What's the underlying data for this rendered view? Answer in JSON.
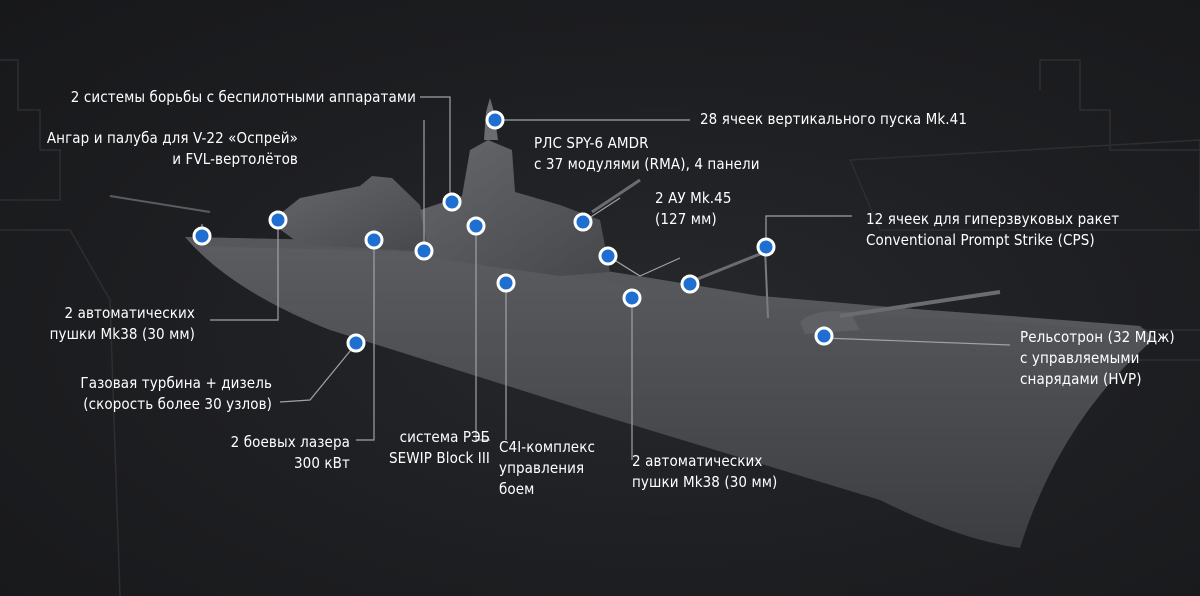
{
  "callouts": [
    {
      "id": "drones",
      "lines": [
        "2 системы борьбы с беспилотными аппаратами"
      ]
    },
    {
      "id": "hangar",
      "lines": [
        "Ангар и палуба для V-22 «Оспрей»",
        "и FVL-вертолётов"
      ]
    },
    {
      "id": "vls",
      "lines": [
        "28 ячеек вертикального пуска Mk.41"
      ]
    },
    {
      "id": "radar",
      "lines": [
        "РЛС SPY-6 AMDR",
        "с 37 модулями (RMA), 4 панели"
      ]
    },
    {
      "id": "mk45",
      "lines": [
        "2 АУ Mk.45",
        "(127 мм)"
      ]
    },
    {
      "id": "cps",
      "lines": [
        "12 ячеек для гиперзвуковых ракет",
        "Conventional Prompt Strike (CPS)"
      ]
    },
    {
      "id": "mk38_left",
      "lines": [
        "2 автоматических",
        "пушки Mk38 (30 мм)"
      ]
    },
    {
      "id": "turbine",
      "lines": [
        "Газовая турбина + дизель",
        "(скорость более 30 узлов)"
      ]
    },
    {
      "id": "railgun",
      "lines": [
        "Рельсотрон (32 МДж)",
        "с управляемыми",
        "снарядами (HVP)"
      ]
    },
    {
      "id": "lasers",
      "lines": [
        "2 боевых лазера",
        "300 кВт"
      ]
    },
    {
      "id": "ew",
      "lines": [
        "система РЭБ",
        "SEWIP Block III"
      ]
    },
    {
      "id": "c4i",
      "lines": [
        "C4I-комплекс",
        "управления",
        "боем"
      ]
    },
    {
      "id": "mk38_right",
      "lines": [
        "2 автоматических",
        "пушки Mk38 (30 мм)"
      ]
    }
  ],
  "colors": {
    "background": "#1c1d20",
    "hull": "#4a4c50",
    "superstructure": "#5a5c60",
    "marker": "#1f6fd1",
    "marker_ring": "#ffffff",
    "leader": "#a0a2a6",
    "text": "#ffffff"
  }
}
